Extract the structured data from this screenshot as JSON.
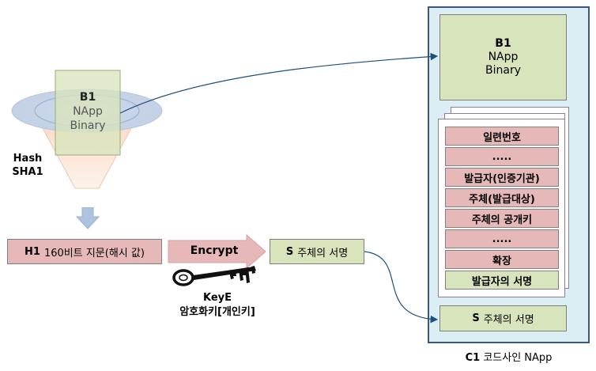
{
  "hash": {
    "b1": "B1",
    "napp": "NApp",
    "binary": "Binary",
    "algo_line1": "Hash",
    "algo_line2": "SHA1"
  },
  "h1": {
    "id": "H1",
    "text": "160비트 지문(해시 값)"
  },
  "encrypt_label": "Encrypt",
  "signature": {
    "id": "S",
    "text": "주체의 서명"
  },
  "key": {
    "name": "KeyE",
    "desc": "암호화키[개인키]"
  },
  "cert": {
    "binary_box": {
      "b1": "B1",
      "napp": "NApp",
      "binary": "Binary"
    },
    "fields": [
      "일련번호",
      ".....",
      "발급자(인증기관)",
      "주체(발급대상)",
      "주체의 공개키",
      ".....",
      "확장",
      "발급자의 서명"
    ],
    "signature": {
      "id": "S",
      "text": "주체의 서명"
    },
    "caption_id": "C1",
    "caption_text": "코드사인 NApp"
  },
  "colors": {
    "pink": "#e6b8b7",
    "green": "#d8e4bc",
    "container": "#dbeef4",
    "connector": "#1f4e79"
  }
}
